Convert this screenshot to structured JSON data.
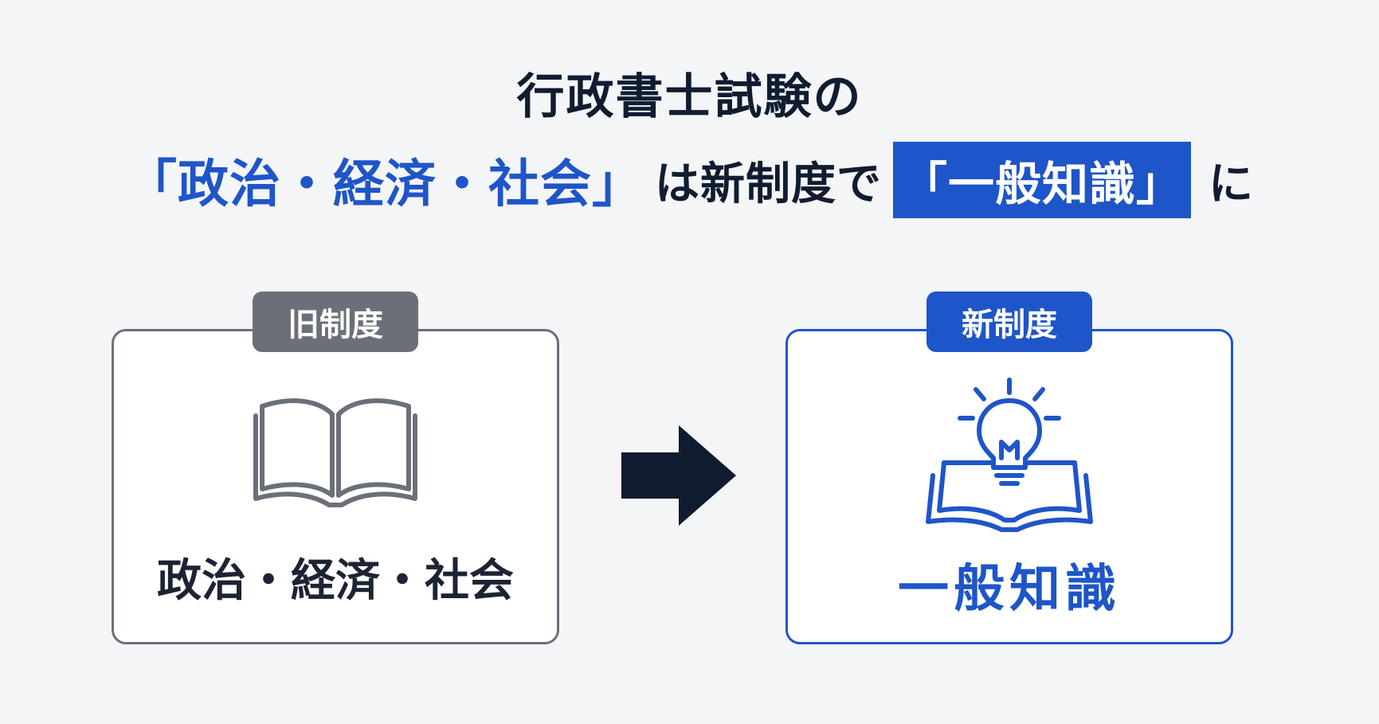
{
  "title": {
    "line1": "行政書士試験の",
    "subject_old": "「政治・経済・社会」",
    "connector": "は新制度で",
    "subject_new": "「一般知識」",
    "tail": "に"
  },
  "old_card": {
    "tag": "旧制度",
    "label": "政治・経済・社会",
    "icon": "open-book-icon"
  },
  "new_card": {
    "tag": "新制度",
    "label": "一般知識",
    "icon": "lightbulb-book-icon"
  },
  "arrow_icon": "right-arrow-icon",
  "colors": {
    "background": "#f4f5f7",
    "accent_blue": "#1e55c8",
    "old_gray": "#6b7078",
    "dark_text": "#101c30"
  }
}
